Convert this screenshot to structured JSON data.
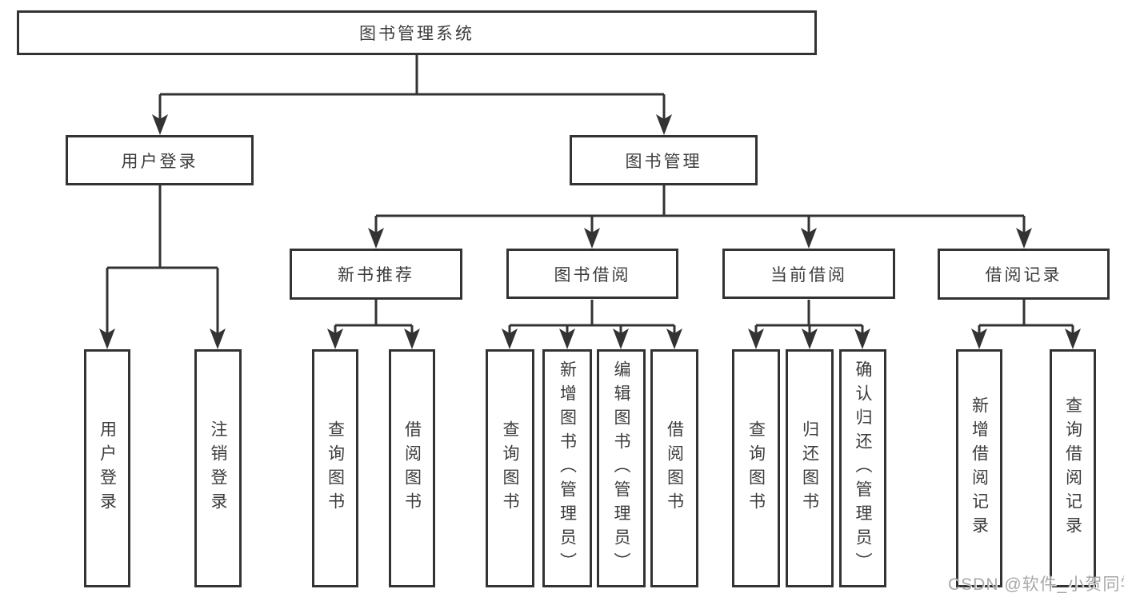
{
  "nodes": {
    "root": "图书管理系统",
    "user_login": "用户登录",
    "book_management": "图书管理",
    "new_book_recommend": "新书推荐",
    "book_borrow": "图书借阅",
    "current_borrow": "当前借阅",
    "borrow_record": "借阅记录",
    "user_login_children": [
      "用户登录",
      "注销登录"
    ],
    "new_book_children": [
      "查询图书",
      "借阅图书"
    ],
    "book_borrow_children": [
      "查询图书",
      "新增图书（管理员）",
      "编辑图书（管理员）",
      "借阅图书"
    ],
    "current_borrow_children": [
      "查询图书",
      "归还图书",
      "确认归还（管理员）"
    ],
    "borrow_record_children": [
      "新增借阅记录",
      "查询借阅记录"
    ]
  },
  "watermark": "CSDN @软件_小贺同学",
  "colors": {
    "line": "#333333",
    "box_border": "#333333",
    "text": "#3c3c3c",
    "watermark": "#a8a8a8",
    "background": "#ffffff"
  }
}
